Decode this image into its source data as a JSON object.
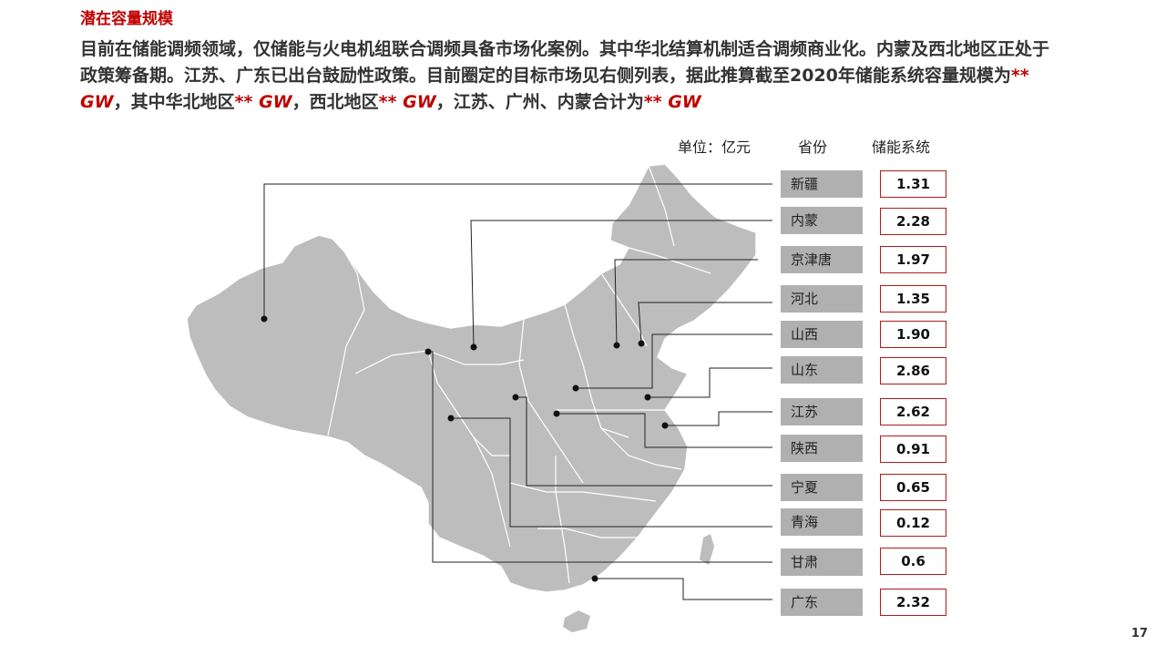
{
  "slide": {
    "title": "潜在容量规模",
    "desc_part1": "目前在储能调频领域，仅储能与火电机组联合调频具备市场化案例。其中华北结算机制适合调频商业化。内蒙及西北地区正处于政策筹备期。江苏、广东已出台鼓励性政策。目前圈定的目标市场见右侧列表，据此推算截至2020年储能系统容量规模为",
    "hl1": "** GW",
    "desc_part2": "，其中华北地区",
    "hl2": "** GW",
    "desc_part3": "，西北地区",
    "hl3": "** GW",
    "desc_part4": "，江苏、广州、内蒙合计为",
    "hl4": "** GW",
    "page_number": "17"
  },
  "table": {
    "unit_label": "单位：亿元",
    "col_province": "省份",
    "col_value": "储能系统",
    "rows": [
      {
        "province": "新疆",
        "value": "1.31"
      },
      {
        "province": "内蒙",
        "value": "2.28"
      },
      {
        "province": "京津唐",
        "value": "1.97"
      },
      {
        "province": "河北",
        "value": "1.35"
      },
      {
        "province": "山西",
        "value": "1.90"
      },
      {
        "province": "山东",
        "value": "2.86"
      },
      {
        "province": "江苏",
        "value": "2.62"
      },
      {
        "province": "陕西",
        "value": "0.91"
      },
      {
        "province": "宁夏",
        "value": "0.65"
      },
      {
        "province": "青海",
        "value": "0.12"
      },
      {
        "province": "甘肃",
        "value": "0.6"
      },
      {
        "province": "广东",
        "value": "2.32"
      }
    ]
  },
  "colors": {
    "accent": "#c00000",
    "map_fill": "#bdbdbd",
    "label_fill": "#b0b0b0",
    "value_border": "#b01a1a"
  }
}
